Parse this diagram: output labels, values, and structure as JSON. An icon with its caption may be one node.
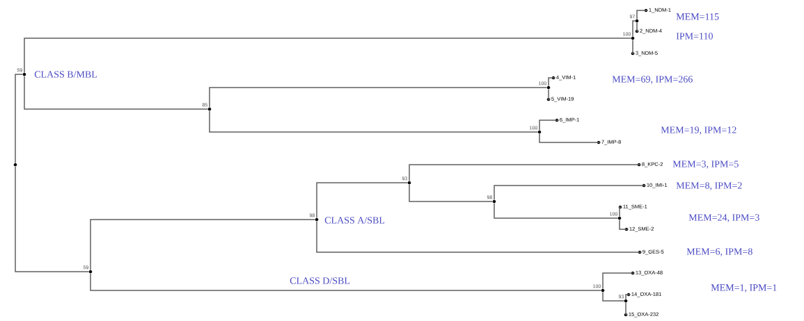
{
  "diagram": {
    "nodes": [
      {
        "text": [],
        "shape": "circle"
      },
      {
        "text": [],
        "shape": "circle",
        "beside": [
          "59"
        ]
      },
      {
        "text": [],
        "shape": "circle",
        "beside": [
          "100"
        ]
      },
      {
        "text": [],
        "shape": "circle",
        "beside": [
          "97"
        ]
      },
      {
        "text": [
          "1_NDM-1"
        ]
      },
      {
        "text": [
          "2_NDM-4"
        ]
      },
      {
        "text": [
          "3_NDM-5"
        ]
      },
      {
        "text": [],
        "shape": "circle",
        "beside": [
          "85"
        ]
      },
      {
        "text": [],
        "shape": "circle",
        "beside": [
          "100"
        ]
      },
      {
        "text": [
          "4_VIM-1"
        ]
      },
      {
        "text": [
          "5_VIM-19"
        ]
      },
      {
        "text": [],
        "shape": "circle",
        "beside": [
          "100"
        ]
      },
      {
        "text": [
          "6_IMP-1"
        ]
      },
      {
        "text": [
          "7_IMP-8"
        ]
      },
      {
        "text": [],
        "shape": "circle",
        "beside": [
          "59"
        ]
      },
      {
        "text": [],
        "shape": "circle",
        "beside": [
          "98"
        ]
      },
      {
        "text": [],
        "shape": "circle",
        "beside": [
          "93"
        ]
      },
      {
        "text": [
          "8_KPC-2"
        ]
      },
      {
        "text": [],
        "shape": "circle",
        "beside": [
          "98"
        ]
      },
      {
        "text": [
          "10_IMI-1"
        ]
      },
      {
        "text": [],
        "shape": "circle",
        "beside": [
          "100"
        ]
      },
      {
        "text": [
          "11_SME-1"
        ]
      },
      {
        "text": [
          "12_SME-2"
        ]
      },
      {
        "text": [
          "9_GES-5"
        ]
      },
      {
        "text": [],
        "shape": "circle",
        "beside": [
          "100"
        ]
      },
      {
        "text": [
          "13_OXA-48"
        ]
      },
      {
        "text": [],
        "shape": "circle",
        "beside": [
          "93"
        ]
      },
      {
        "text": [
          "14_OXA-181"
        ]
      },
      {
        "text": [
          "15_OXA-232"
        ]
      }
    ],
    "edges": [
      {
        "from": 0,
        "to": 1,
        "arrow": "none"
      },
      {
        "from": 0,
        "to": 14,
        "arrow": "none"
      },
      {
        "from": 1,
        "to": 2,
        "arrow": "none"
      },
      {
        "from": 1,
        "to": 7,
        "arrow": "none"
      },
      {
        "from": 2,
        "to": 3,
        "arrow": "none"
      },
      {
        "from": 2,
        "to": 6,
        "arrow": "none"
      },
      {
        "from": 3,
        "to": 4,
        "arrow": "none"
      },
      {
        "from": 3,
        "to": 5,
        "arrow": "none"
      },
      {
        "from": 7,
        "to": 8,
        "arrow": "none"
      },
      {
        "from": 7,
        "to": 11,
        "arrow": "none"
      },
      {
        "from": 8,
        "to": 9,
        "arrow": "none"
      },
      {
        "from": 8,
        "to": 10,
        "arrow": "none"
      },
      {
        "from": 11,
        "to": 12,
        "arrow": "none"
      },
      {
        "from": 11,
        "to": 13,
        "arrow": "none"
      },
      {
        "from": 14,
        "to": 15,
        "arrow": "none"
      },
      {
        "from": 14,
        "to": 24,
        "arrow": "none"
      },
      {
        "from": 15,
        "to": 16,
        "arrow": "none"
      },
      {
        "from": 15,
        "to": 23,
        "arrow": "none"
      },
      {
        "from": 16,
        "to": 17,
        "arrow": "none"
      },
      {
        "from": 16,
        "to": 18,
        "arrow": "none"
      },
      {
        "from": 18,
        "to": 19,
        "arrow": "none"
      },
      {
        "from": 18,
        "to": 20,
        "arrow": "none"
      },
      {
        "from": 20,
        "to": 21,
        "arrow": "none"
      },
      {
        "from": 20,
        "to": 22,
        "arrow": "none"
      },
      {
        "from": 24,
        "to": 25,
        "arrow": "none"
      },
      {
        "from": 24,
        "to": 26,
        "arrow": "none"
      },
      {
        "from": 26,
        "to": 27,
        "arrow": "none"
      },
      {
        "from": 26,
        "to": 28,
        "arrow": "none"
      }
    ],
    "labels": [
      "MEM=115",
      "IPM=110",
      "CLASS B/MBL",
      "MEM=69, IPM=266",
      "MEM=19, IPM=12",
      "MEM=3, IPM=5",
      "MEM=8, IPM=2",
      "CLASS A/SBL",
      "MEM=24, IPM=3",
      "MEM=6, IPM=8",
      "CLASS D/SBL",
      "MEM=1, IPM=1"
    ]
  }
}
